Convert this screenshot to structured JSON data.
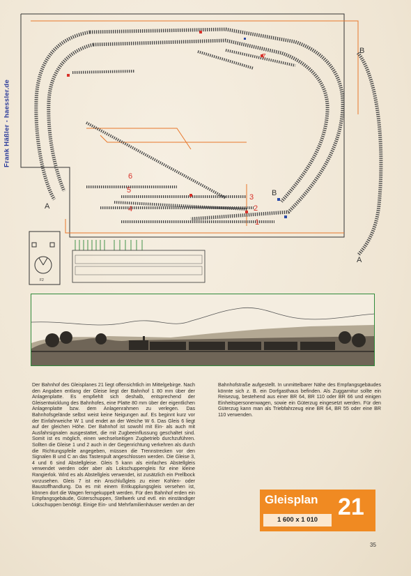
{
  "side_credit": "Frank Häßler - haessler.de",
  "plan": {
    "track_labels": [
      "1",
      "2",
      "3",
      "4",
      "5",
      "6",
      "7"
    ],
    "letters": {
      "a": "A",
      "b": "B"
    },
    "control_label": "F2"
  },
  "text": {
    "col1": "Der Bahnhof des Gleisplanes 21 liegt offensichtlich im Mittelgebirge. Nach den Angaben entlang der Gleise liegt der Bahnhof 1 80 mm über der Anlagenplatte. Es empfiehlt sich deshalb, entsprechend der Gleisentwicklung des Bahnhofes, eine Platte 80 mm über der eigentlichen Anlagenplatte bzw. dem Anlagenrahmen zu verlegen. Das Bahnhofsgelände selbst weist keine Neigungen auf. Es beginnt kurz vor der Einfahrweiche W 1 und endet an der Weiche W 6. Das Gleis 6 liegt auf der gleichen Höhe. Der Bahnhof ist sowohl mit Ein- als auch mit Ausfahrsignalen ausgestattet, die mit Zugbeeinflussung geschaltet sind. Somit ist es möglich, einen wechselseitigen Zugbetrieb durchzuführen. Sollten die Gleise 1 und 2 auch in der Gegenrichtung verkehren als durch die Richtungspfeile angegeben, müssen die Trennstrecken vor den Signalen B und C an das Tastenpult angeschlossen werden. Die Gleise 3, 4 und 6 sind Abstellgleise. Gleis 5 kann als einfaches Abstellgleis verwendet werden oder aber als Lokschuppengleis für eine kleine Rangierlok. Wird es als Abstellgleis verwendet, ist zusätzlich ein Prellbock vorzusehen. Gleis 7 ist ein Anschlußgleis zu einer Kohlen- oder Baustoffhandlung. Da es mit einem Entkupplungsgleis versehen ist, können dort die Wagen ferngekuppelt werden. Für den Bahnhof erden ein Empfangsgebäude, Güterschuppen, Stellwerk und evtl. ein einständiger Lokschuppen benötigt. Einige Ein- und Mehrfamilienhäuser werden an der",
    "col2": "Bahnhofstraße aufgestellt. In unmittelbarer Nähe des Empfangsgebäudes könnte sich z. B. ein Dorfgasthaus befinden. Als Zuggarnitur sollte ein Reisezug, bestehend aus einer BR 64, BR 110 oder BR 66 und einigen Einheitspersonenwagen, sowie ein Güterzug eingesetzt werden. Für den Güterzug kann man als Triebfahrzeug eine BR 64, BR 55 oder eine BR 110 verwenden."
  },
  "badge": {
    "title": "Gleisplan",
    "scale": "1 600 x 1 010",
    "number": "21"
  },
  "page_number": "35"
}
